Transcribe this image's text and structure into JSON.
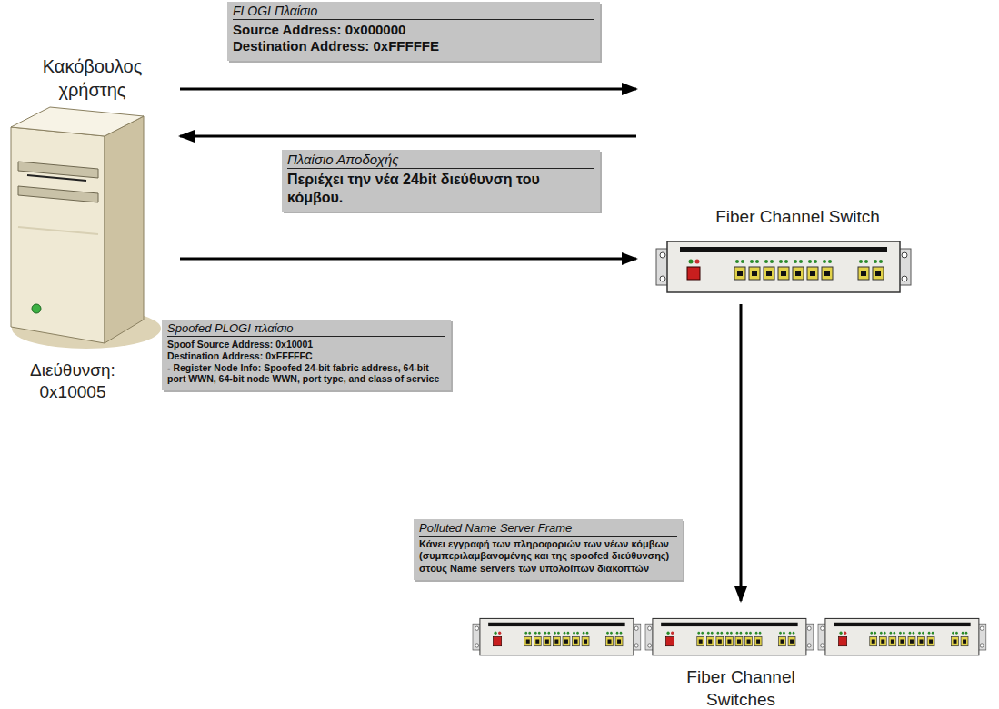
{
  "diagram": {
    "nodes": [
      {
        "text": [
          "FLOGI Πλαίσιο",
          "Source Address: 0x000000",
          "Destination Address: 0xFFFFFE"
        ]
      },
      {
        "text": [
          "Κακόβουλος χρήστης",
          "Διεύθυνση: 0x10005"
        ]
      },
      {
        "text": [
          "Πλαίσιο Αποδοχής",
          "Περιέχει την νέα 24bit διεύθυνση του κόμβου."
        ]
      },
      {
        "text": [
          "Fiber Channel Switch"
        ]
      },
      {
        "text": [
          "Spoofed PLOGI πλαίσιο",
          "Spoof Source Address: 0x10001",
          "Destination Address: 0xFFFFFC",
          "- Register Node Info: Spoofed 24-bit fabric address, 64-bit port WWN, 64-bit node WWN, port type, and class of service"
        ]
      },
      {
        "text": [
          "Polluted Name Server Frame",
          "Κάνει εγγραφή των πληροφοριών των νέων κόμβων (συμπεριλαμβανομένης και της spoofed διεύθυνσης) στους Name servers των υπολοίπων διακοπτών"
        ]
      },
      {
        "text": [
          "Fiber Channel Switches"
        ]
      }
    ],
    "edges": [
      {
        "from": 1,
        "to": 3,
        "arrow": "to"
      },
      {
        "from": 3,
        "to": 1,
        "arrow": "to"
      },
      {
        "from": 1,
        "to": 3,
        "arrow": "to"
      },
      {
        "from": 3,
        "to": 6,
        "arrow": "to"
      }
    ]
  }
}
